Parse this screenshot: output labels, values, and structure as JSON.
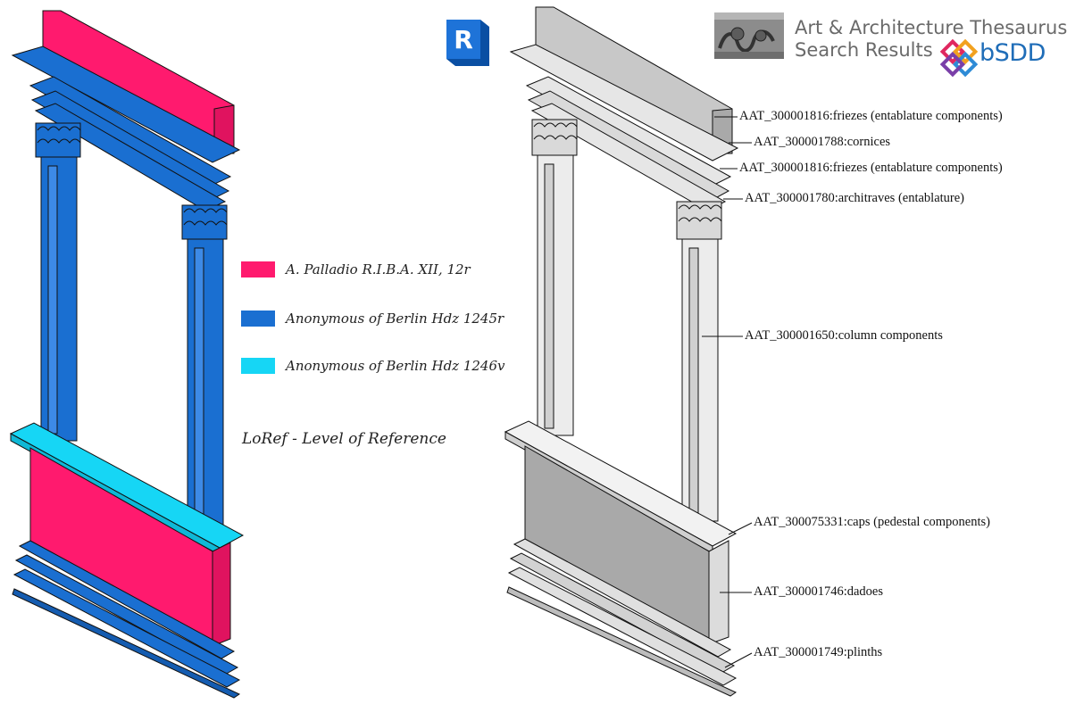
{
  "legend": [
    {
      "label": "A. Palladio R.I.B.A. XII, 12r",
      "color": "#ff1a6e"
    },
    {
      "label": "Anonymous of Berlin Hdz 1245r",
      "color": "#1a6fd1"
    },
    {
      "label": "Anonymous of Berlin Hdz 1246v",
      "color": "#16d6f5"
    }
  ],
  "loref_text": "LoRef - Level of Reference",
  "logos": {
    "revit_letter": "R",
    "aat_line1": "Art & Architecture Thesaurus",
    "aat_reg": "®",
    "aat_line2": "Search Results",
    "bsdd_text": "bSDD"
  },
  "callouts": [
    {
      "label": "AAT_300001816:friezes (entablature components)"
    },
    {
      "label": "AAT_300001788:cornices"
    },
    {
      "label": "AAT_300001816:friezes (entablature components)"
    },
    {
      "label": "AAT_300001780:architraves (entablature)"
    },
    {
      "label": "AAT_300001650:column components"
    },
    {
      "label": "AAT_300075331:caps (pedestal components)"
    },
    {
      "label": "AAT_300001746:dadoes"
    },
    {
      "label": "AAT_300001749:plinths"
    }
  ],
  "colors": {
    "palladio": "#ff1a6e",
    "hdz1245r": "#1a6fd1",
    "hdz1246v": "#16d6f5",
    "gray_light": "#e6e6e6",
    "gray_mid": "#c8c8c8",
    "gray_dark": "#a9a9a9"
  }
}
